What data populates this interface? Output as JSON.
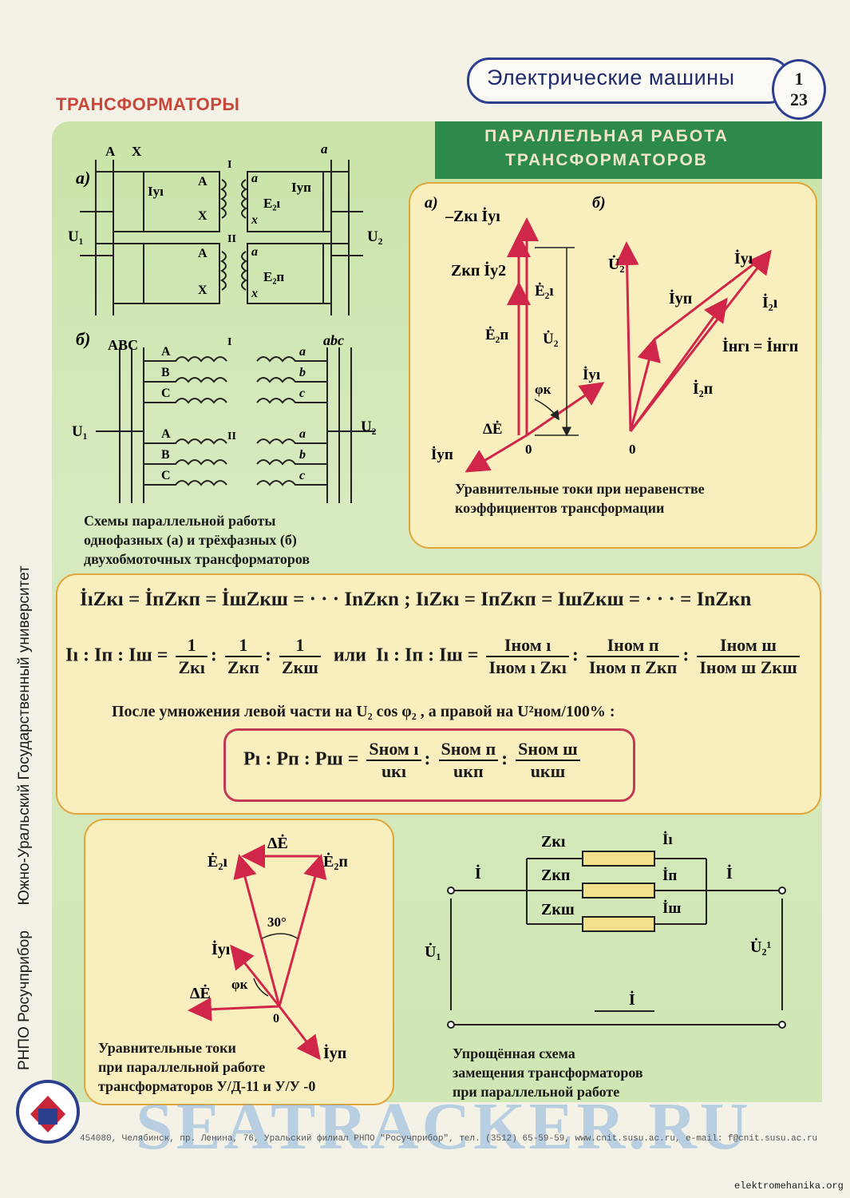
{
  "header": {
    "title": "Электрические машины",
    "badge_top": "1",
    "badge_bottom": "23",
    "section": "ТРАНСФОРМАТОРЫ"
  },
  "topic": {
    "line1": "ПАРАЛЛЕЛЬНАЯ   РАБОТА",
    "line2": "ТРАНСФОРМАТОРОВ"
  },
  "schemes": {
    "label_a": "а)",
    "label_b": "б)",
    "caption": [
      "Схемы параллельной работы",
      "однофазных (а) и трёхфазных (б)",
      "двухобмоточных трансформаторов"
    ],
    "terminals_a": [
      "A",
      "X",
      "a",
      "I",
      "II",
      "U₁",
      "U₂",
      "Iуı",
      "Iуп",
      "E₂ı",
      "E₂п",
      "A",
      "X",
      "a",
      "x",
      "A",
      "X",
      "a",
      "x"
    ],
    "terminals_b": [
      "ABC",
      "abc",
      "A",
      "B",
      "C",
      "a",
      "b",
      "c",
      "I",
      "II",
      "U₁",
      "U₂",
      "A",
      "B",
      "C",
      "a",
      "b",
      "c"
    ]
  },
  "vector_panel": {
    "label_a": "а)",
    "label_b": "б)",
    "caption": [
      "Уравнительные  токи  при  неравенстве",
      "коэффициентов  трансформации"
    ],
    "labels_a": [
      "–Zкı İуı",
      "Zкп İу2",
      "Ė₂ı",
      "Ė₂п",
      "U̇₂",
      "İуı",
      "φк",
      "ΔĖ",
      "İуп",
      "0"
    ],
    "labels_b": [
      "U̇₂",
      "İуı",
      "İуп",
      "İ₂ı",
      "İнгı = İнгп",
      "İ₂п",
      "0"
    ]
  },
  "formulas": {
    "line1": "İıZкı = İпZкп = İшZкш = · · · InZкn ;  IıZкı = IпZкп = IшZкш = · · · = InZкn",
    "ratio_left": "Iı : Iп : Iш =",
    "fracs_left": [
      [
        "1",
        "Zкı"
      ],
      [
        "1",
        "Zкп"
      ],
      [
        "1",
        "Zкш"
      ]
    ],
    "or": "или",
    "ratio_right": "Iı : Iп : Iш =",
    "fracs_right": [
      [
        "Iном ı",
        "Iном ı Zкı"
      ],
      [
        "Iном п",
        "Iном п Zкп"
      ],
      [
        "Iном ш",
        "Iном ш Zкш"
      ]
    ],
    "note": "После  умножения  левой  части  на  U₂ cos φ₂ , а  правой  на  U²ном/100% :",
    "result_left": "Pı : Pп : Pш =",
    "result_fracs": [
      [
        "Sном ı",
        "uкı"
      ],
      [
        "Sном п",
        "uкп"
      ],
      [
        "Sном ш",
        "uкш"
      ]
    ]
  },
  "bottom_left": {
    "caption": [
      "Уравнительные  токи",
      "при  параллельной  работе",
      "трансформаторов  У/Д-11  и  У/У -0"
    ],
    "labels": [
      "ΔĖ",
      "Ė₂ı",
      "Ė₂п",
      "30°",
      "İуı",
      "φк",
      "ΔĖ",
      "0",
      "İуп"
    ]
  },
  "bottom_right": {
    "caption": [
      "Упрощённая   схема",
      "замещения  трансформаторов",
      "при  параллельной  работе"
    ],
    "labels": [
      "Zкı",
      "Zкп",
      "Zкш",
      "İı",
      "İп",
      "İш",
      "İ",
      "İ",
      "U̇₁",
      "U̇₂¹",
      "İ"
    ]
  },
  "side": {
    "org": "РНПО Росучприбор",
    "univ": "Южно-Уральский Государственный университет"
  },
  "footer": {
    "address": "454080, Челябинск, пр. Ленина, 76, Уральский филиал РНПО \"Росучприбор\", тел. (3512) 65-59-59, www.cnit.susu.ac.ru,  e-mail: f@cnit.susu.ac.ru",
    "watermark": "SEATRACKER.RU",
    "site": "elektromehanika.org"
  },
  "colors": {
    "vector": "#d0264a",
    "frame_blue": "#2c3f8f",
    "green": "#2e8a4c",
    "panel": "#f9eebe"
  }
}
